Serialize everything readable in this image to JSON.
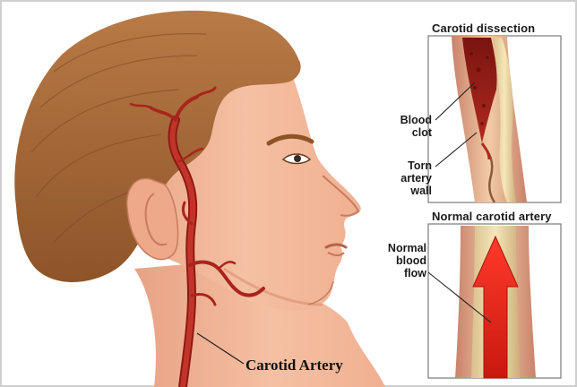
{
  "labels": {
    "carotid_artery": "Carotid Artery",
    "dissection_title": "Carotid dissection",
    "normal_title": "Normal carotid artery",
    "blood_clot": [
      "Blood",
      "clot"
    ],
    "torn_wall": [
      "Torn",
      "artery",
      "wall"
    ],
    "normal_flow": [
      "Normal",
      "blood",
      "flow"
    ]
  },
  "colors": {
    "skin": "#f2b498",
    "hair": "#a8683a",
    "artery": "#b2241c",
    "vessel_wall": "#d9a07c",
    "arrow": "#e8261c"
  }
}
